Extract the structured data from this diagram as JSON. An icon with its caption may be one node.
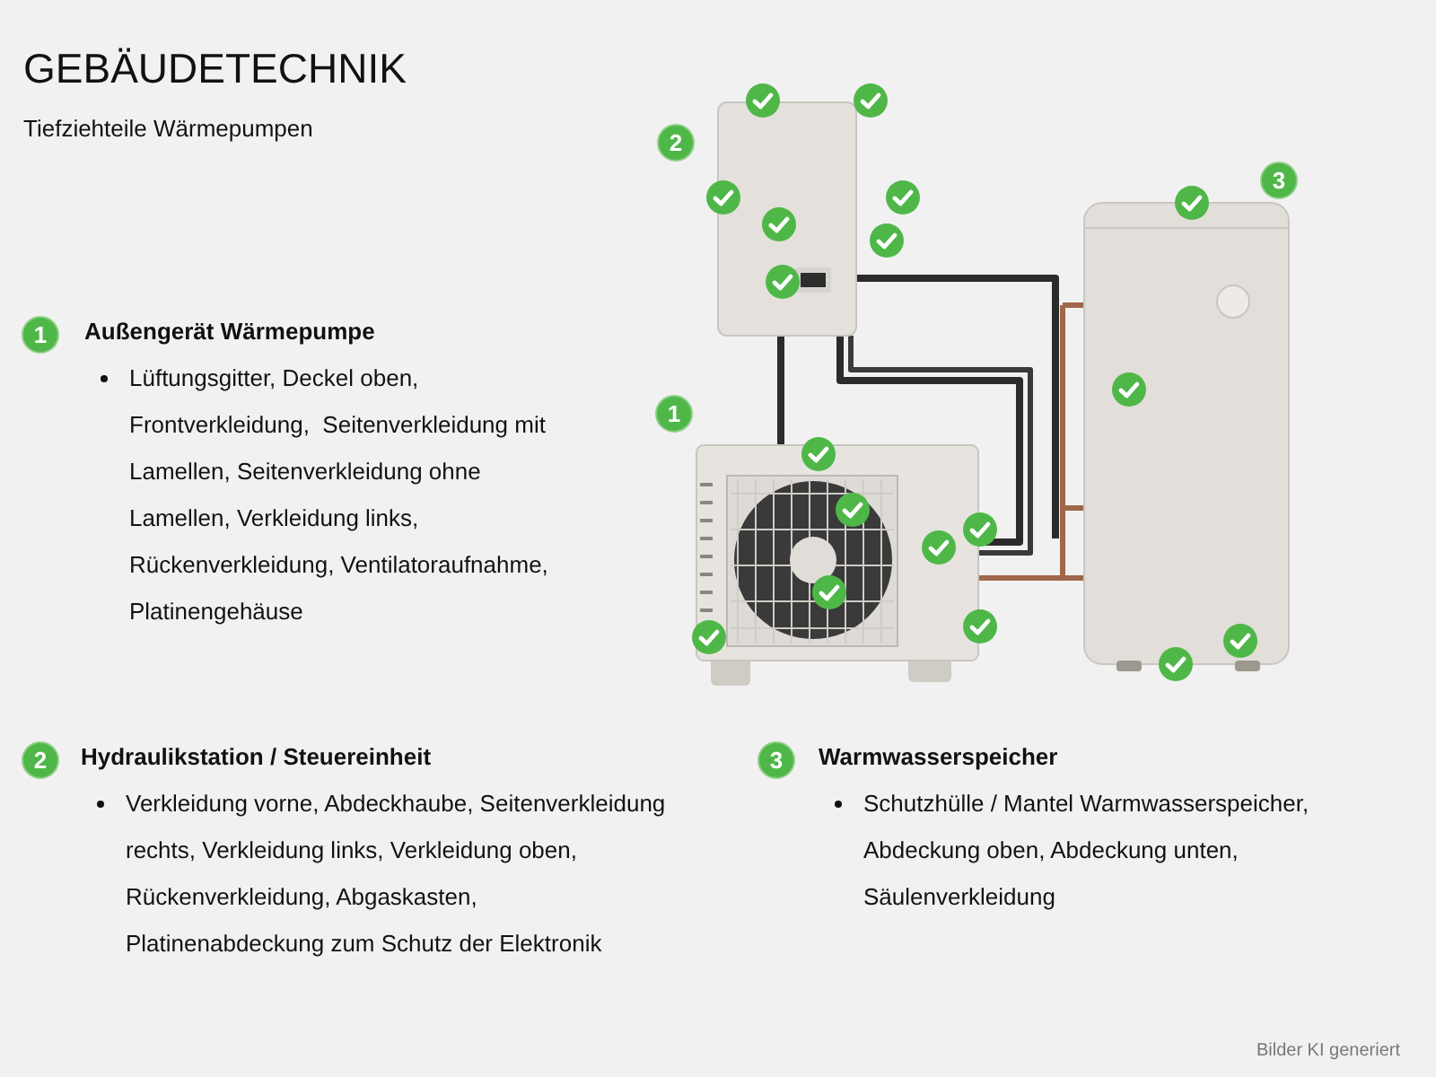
{
  "diagram": {
    "title": "GEBÄUDETECHNIK",
    "nodes": [
      {
        "text": [
          "2"
        ]
      },
      {
        "text": [
          "3"
        ]
      },
      {
        "text": [
          "1"
        ],
        "beside": [
          "Außengerät Wärmepumpe",
          "Lüftungsgitter, Deckel oben, Frontverkleidung,  Seitenverkleidung mit Lamellen, Seitenverkleidung ohne Lamellen, Verkleidung links, Rückenverkleidung, Ventilatoraufnahme, Platinengehäuse"
        ]
      },
      {
        "text": [
          "1"
        ]
      },
      {
        "text": [
          "2"
        ],
        "beside": [
          "Hydraulikstation / Steuereinheit",
          "Verkleidung vorne, Abdeckhaube, Seitenverkleidung rechts, Verkleidung links, Verkleidung oben, Rückenverkleidung, Abgaskasten, Platinenabdeckung zum Schutz der Elektronik"
        ]
      },
      {
        "text": [
          "3"
        ],
        "beside": [
          "Warmwasserspeicher",
          "Schutzhülle / Mantel Warmwasserspeicher, Abdeckung oben, Abdeckung unten, Säulenverkleidung"
        ]
      }
    ],
    "labels": [
      "Tiefziehteile Wärmepumpen",
      "Bilder KI generiert"
    ]
  }
}
